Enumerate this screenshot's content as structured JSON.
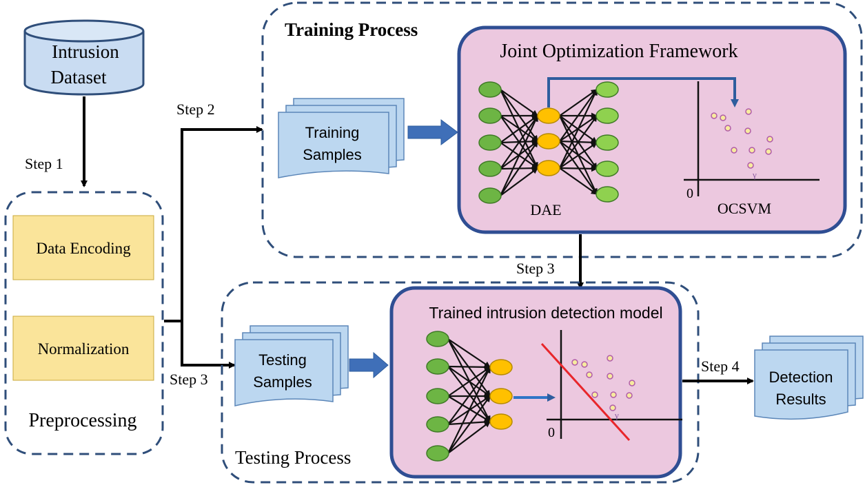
{
  "dataset": {
    "line1": "Intrusion",
    "line2": "Dataset"
  },
  "steps": {
    "step1": "Step 1",
    "step2": "Step 2",
    "step3_top": "Step 3",
    "step3_left": "Step 3",
    "step4": "Step 4"
  },
  "preprocessing": {
    "title": "Preprocessing",
    "data_encoding": "Data Encoding",
    "normalization": "Normalization"
  },
  "training": {
    "title": "Training Process",
    "samples_line1": "Training",
    "samples_line2": "Samples",
    "framework_title": "Joint Optimization Framework",
    "dae_label": "DAE",
    "ocsvm_label": "OCSVM",
    "axis_zero": "0",
    "gamma": "γ"
  },
  "testing": {
    "title": "Testing Process",
    "samples_line1": "Testing",
    "samples_line2": "Samples",
    "model_title": "Trained intrusion detection model",
    "axis_zero": "0",
    "gamma": "γ"
  },
  "results": {
    "line1": "Detection",
    "line2": "Results"
  },
  "colors": {
    "dashed_border": "#2f4e7a",
    "framework_fill": "#ecc8df",
    "framework_border": "#2f4e93",
    "preproc_box_fill": "#fae49a",
    "doc_fill": "#bcd7f0",
    "doc_border": "#5b86b8",
    "node_green": "#6db544",
    "node_yellow": "#ffc000",
    "arrow_blue": "#3f6fb8",
    "svm_line": "#e8262b",
    "point_fill": "#f7eb9e",
    "point_stroke": "#b05ca8"
  }
}
